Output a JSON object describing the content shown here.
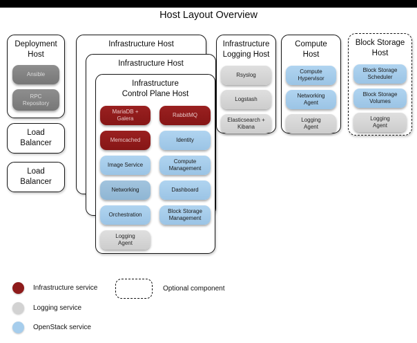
{
  "title": "Host Layout Overview",
  "colors": {
    "infrastructure_service": "#8e1b1b",
    "logging_service": "#d2d2d2",
    "openstack_service": "#a6cdec",
    "deployment_tool": "#808080"
  },
  "hosts": {
    "deployment": {
      "title": "Deployment\nHost",
      "services": [
        {
          "label": "Ansible",
          "type": "deployment"
        },
        {
          "label": "RPC\nRepository",
          "type": "deployment"
        }
      ]
    },
    "load_balancers": [
      {
        "title": "Load\nBalancer"
      },
      {
        "title": "Load\nBalancer"
      }
    ],
    "infrastructure_stack": {
      "outer_title": "Infrastructure Host",
      "middle_title": "Infrastructure Host",
      "control_plane": {
        "title": "Infrastructure\nControl Plane Host",
        "left_services": [
          {
            "label": "MariaDB +\nGalera",
            "type": "infrastructure"
          },
          {
            "label": "Memcached",
            "type": "infrastructure"
          },
          {
            "label": "Image Service",
            "type": "openstack"
          },
          {
            "label": "Networking",
            "type": "openstack"
          },
          {
            "label": "Orchestration",
            "type": "openstack"
          },
          {
            "label": "Logging\nAgent",
            "type": "logging"
          }
        ],
        "right_services": [
          {
            "label": "RabbitMQ",
            "type": "infrastructure"
          },
          {
            "label": "Identity",
            "type": "openstack"
          },
          {
            "label": "Compute\nManagement",
            "type": "openstack"
          },
          {
            "label": "Dashboard",
            "type": "openstack"
          },
          {
            "label": "Block Storage\nManagement",
            "type": "openstack"
          }
        ]
      }
    },
    "infrastructure_logging": {
      "title": "Infrastructure\nLogging Host",
      "services": [
        {
          "label": "Rsyslog",
          "type": "logging"
        },
        {
          "label": "Logstash",
          "type": "logging"
        },
        {
          "label": "Elasticsearch +\nKibana",
          "type": "logging"
        }
      ]
    },
    "compute": {
      "title": "Compute\nHost",
      "services": [
        {
          "label": "Compute\nHypervisor",
          "type": "openstack"
        },
        {
          "label": "Networking\nAgent",
          "type": "openstack"
        },
        {
          "label": "Logging\nAgent",
          "type": "logging"
        }
      ]
    },
    "block_storage": {
      "title": "Block Storage\nHost",
      "optional": true,
      "services": [
        {
          "label": "Block Storage\nScheduler",
          "type": "openstack"
        },
        {
          "label": "Block Storage\nVolumes",
          "type": "openstack"
        },
        {
          "label": "Logging\nAgent",
          "type": "logging"
        }
      ]
    }
  },
  "legend": {
    "items": [
      {
        "label": "Infrastructure service",
        "color": "#8e1b1b"
      },
      {
        "label": "Logging service",
        "color": "#d2d2d2"
      },
      {
        "label": "OpenStack service",
        "color": "#a6cdec"
      }
    ],
    "optional": {
      "label": "Optional component"
    }
  }
}
